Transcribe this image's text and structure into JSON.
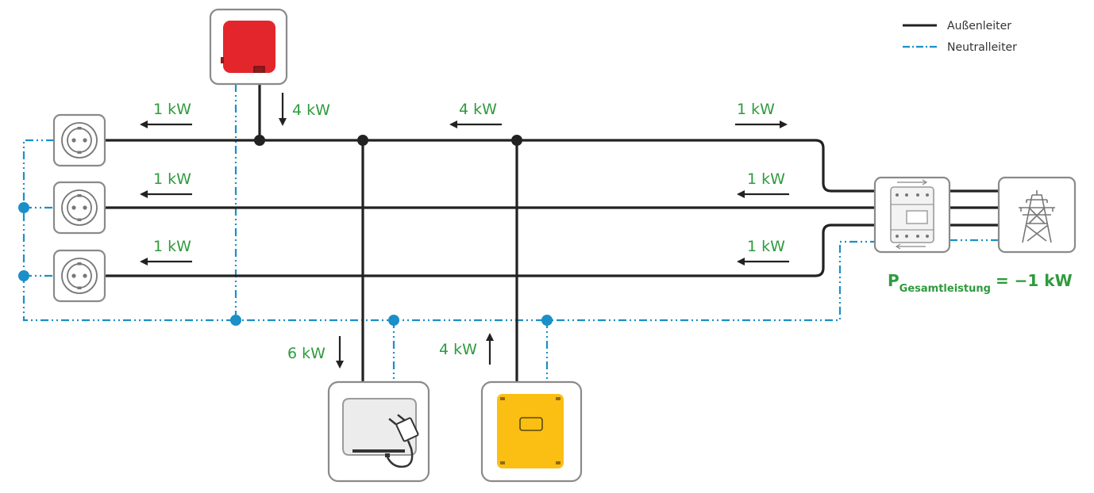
{
  "legend": {
    "phase_label": "Außenleiter",
    "neutral_label": "Neutralleiter"
  },
  "flows": {
    "pv_inverter": "4 kW",
    "outlet_1": "1 kW",
    "outlet_2": "1 kW",
    "outlet_3": "1 kW",
    "mid_top": "4 kW",
    "grid_l1": "1 kW",
    "grid_l2": "1 kW",
    "grid_l3": "1 kW",
    "ev_charger": "6 kW",
    "battery_inverter": "4 kW"
  },
  "total": {
    "symbol": "P",
    "subscript": "Gesamtleistung",
    "value": "= −1 kW"
  },
  "colors": {
    "phase": "#222222",
    "neutral": "#1b8fc8",
    "power_label": "#2e9b3d",
    "pv_inverter": "#e3262c",
    "battery_inverter": "#fbbf13"
  },
  "icons": {
    "outlets": "power-outlet-icon",
    "pv_inverter": "pv-inverter-icon",
    "ev_charger": "ev-charger-icon",
    "battery_inverter": "battery-inverter-icon",
    "meter": "energy-meter-icon",
    "grid": "power-pylon-icon"
  }
}
